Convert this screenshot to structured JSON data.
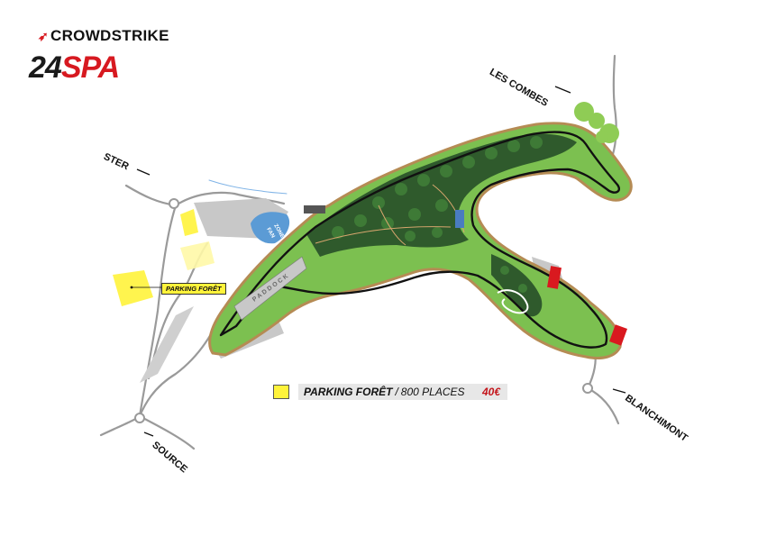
{
  "brand": {
    "sponsor": "CROWDSTRIKE",
    "event_number": "24",
    "event_name": "SPA"
  },
  "corners": {
    "les_combes": "LES COMBES",
    "stier": "STER",
    "source": "SOURCE",
    "blanchimont": "BLANCHIMONT"
  },
  "zones": {
    "fan_zone": "FAN\nZONE",
    "paddock": "PADDOCK"
  },
  "map_labels": {
    "parking_tag": "PARKING FORÊT"
  },
  "legend": {
    "name": "PARKING FORÊT",
    "separator": "/",
    "capacity": "800 PLACES",
    "price": "40€",
    "swatch_color": "#fff33b",
    "price_color": "#c4161c"
  },
  "colors": {
    "infield_green": "#7cc050",
    "forest": "#2f5a2c",
    "track": "#111111",
    "road": "#9a9a9a",
    "facility_gray": "#c8c8c8",
    "fan_zone_blue": "#5b9bd5",
    "grandstand_red": "#d9191f",
    "parking_yellow": "#fff33b"
  }
}
